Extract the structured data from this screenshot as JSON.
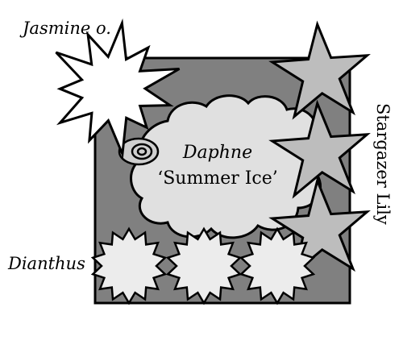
{
  "labels": {
    "jasmine": "Jasmine o.",
    "daphne_line1": "Daphne",
    "daphne_line2": "‘Summer Ice’",
    "dianthus": "Dianthus",
    "stargazer": "Stargazer Lily"
  },
  "colors": {
    "bed_fill": "#808080",
    "outline": "#000000",
    "jasmine_fill": "#ffffff",
    "cloud_fill": "#e0e0e0",
    "star_fill": "#bdbdbd",
    "dianthus_fill": "#ececec",
    "eye_fill": "#cfcfcf"
  },
  "icons": {
    "jasmine": "starburst-icon",
    "daphne": "cloud-shape-icon",
    "daphne_eye": "concentric-oval-icon",
    "stargazer": "five-point-star-icon",
    "dianthus": "spiky-burst-icon"
  }
}
